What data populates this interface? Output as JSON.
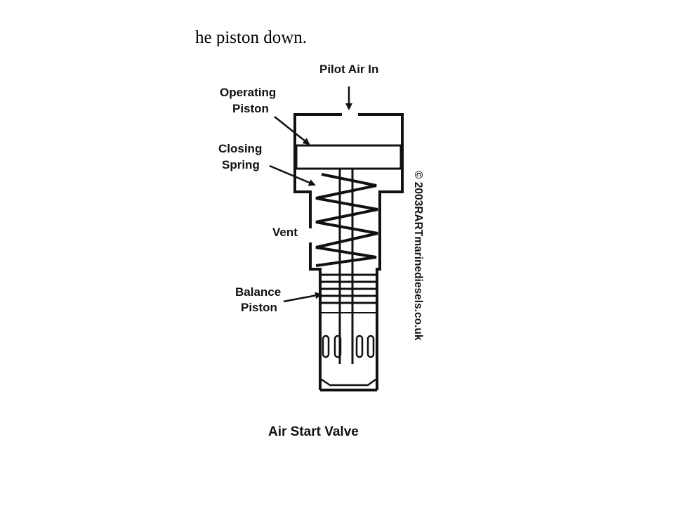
{
  "slide": {
    "cut_text": "he piston down."
  },
  "diagram": {
    "labels": {
      "pilot_air_in": "Pilot Air In",
      "operating_piston_l1": "Operating",
      "operating_piston_l2": "Piston",
      "closing_spring_l1": "Closing",
      "closing_spring_l2": "Spring",
      "vent": "Vent",
      "balance_piston_l1": "Balance",
      "balance_piston_l2": "Piston"
    },
    "caption": "Air Start Valve",
    "copyright": "© 2003RARTmarinediesels.co.uk"
  }
}
